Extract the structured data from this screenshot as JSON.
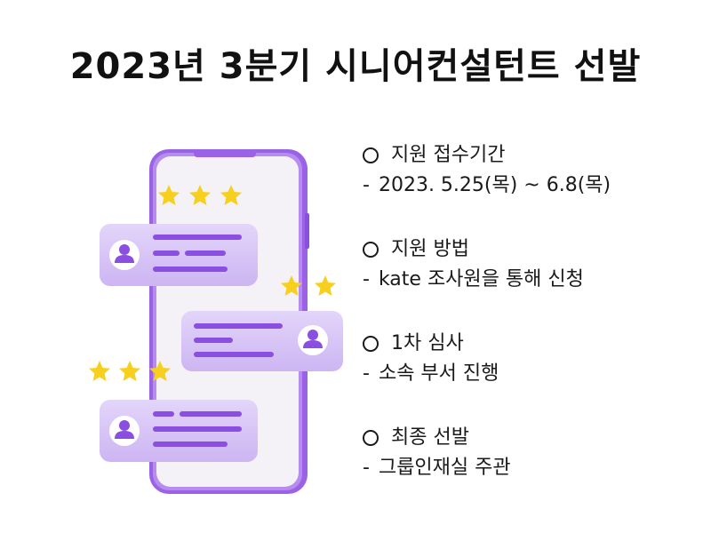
{
  "title": "2023년 3분기 시니어컨설턴트 선발",
  "colors": {
    "phone_frame": "#9b62e6",
    "card": "#d6c2f5",
    "bar": "#8a4fe0",
    "star": "#f7cf1e",
    "avatar": "#8a4fe0"
  },
  "icons": [
    "star-icon",
    "user-avatar-icon"
  ],
  "sections": [
    {
      "heading": "지원 접수기간",
      "detail": "2023. 5.25(목) ~ 6.8(목)"
    },
    {
      "heading": "지원 방법",
      "detail": "kate 조사원을 통해 신청"
    },
    {
      "heading": "1차 심사",
      "detail": "소속 부서 진행"
    },
    {
      "heading": "최종 선발",
      "detail": "그룹인재실 주관"
    }
  ],
  "dash": "-"
}
